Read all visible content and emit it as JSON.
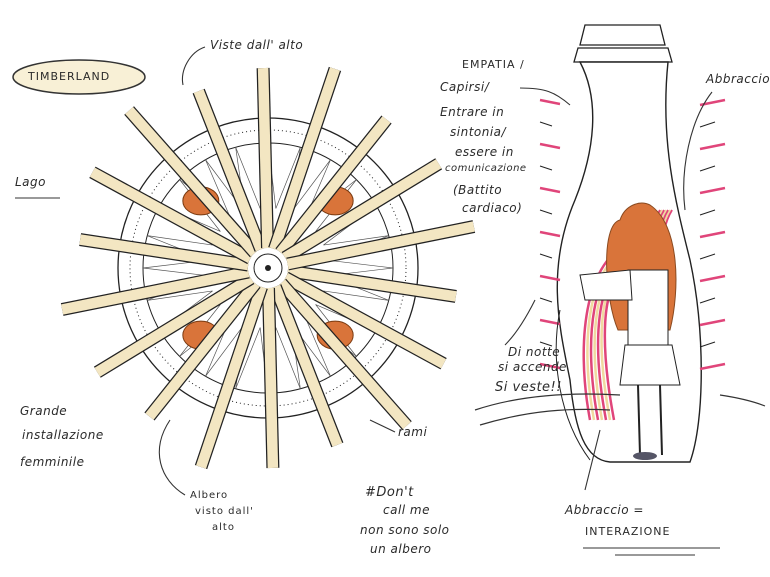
{
  "title_badge": "TIMBERLAND",
  "notes": {
    "top_view": "Viste dall' alto",
    "lake": "Lago",
    "empathy": [
      "EMPATIA /",
      "Capirsi/",
      "Entrare in",
      "sintonia/",
      "essere in",
      "comunicazione",
      "(Battito",
      "cardiaco)"
    ],
    "hug": "Abbraccio",
    "night": [
      "Di notte",
      "si accende",
      "Si veste!!"
    ],
    "installation": [
      "Grande",
      "installazione",
      "femminile"
    ],
    "branches": "rami",
    "tree_top": [
      "Albero",
      "visto dall'",
      "alto"
    ],
    "dont_call": [
      "#Don't",
      "call me"
    ],
    "not_only": [
      "non sono solo",
      "un albero"
    ],
    "hug_interaction": [
      "Abbraccio =",
      "INTERAZIONE"
    ]
  },
  "colors": {
    "wood": "#f3e6c2",
    "orange": "#d9743a",
    "pink": "#e0457a",
    "ink": "#222222",
    "badge": "#f8f0d6"
  }
}
